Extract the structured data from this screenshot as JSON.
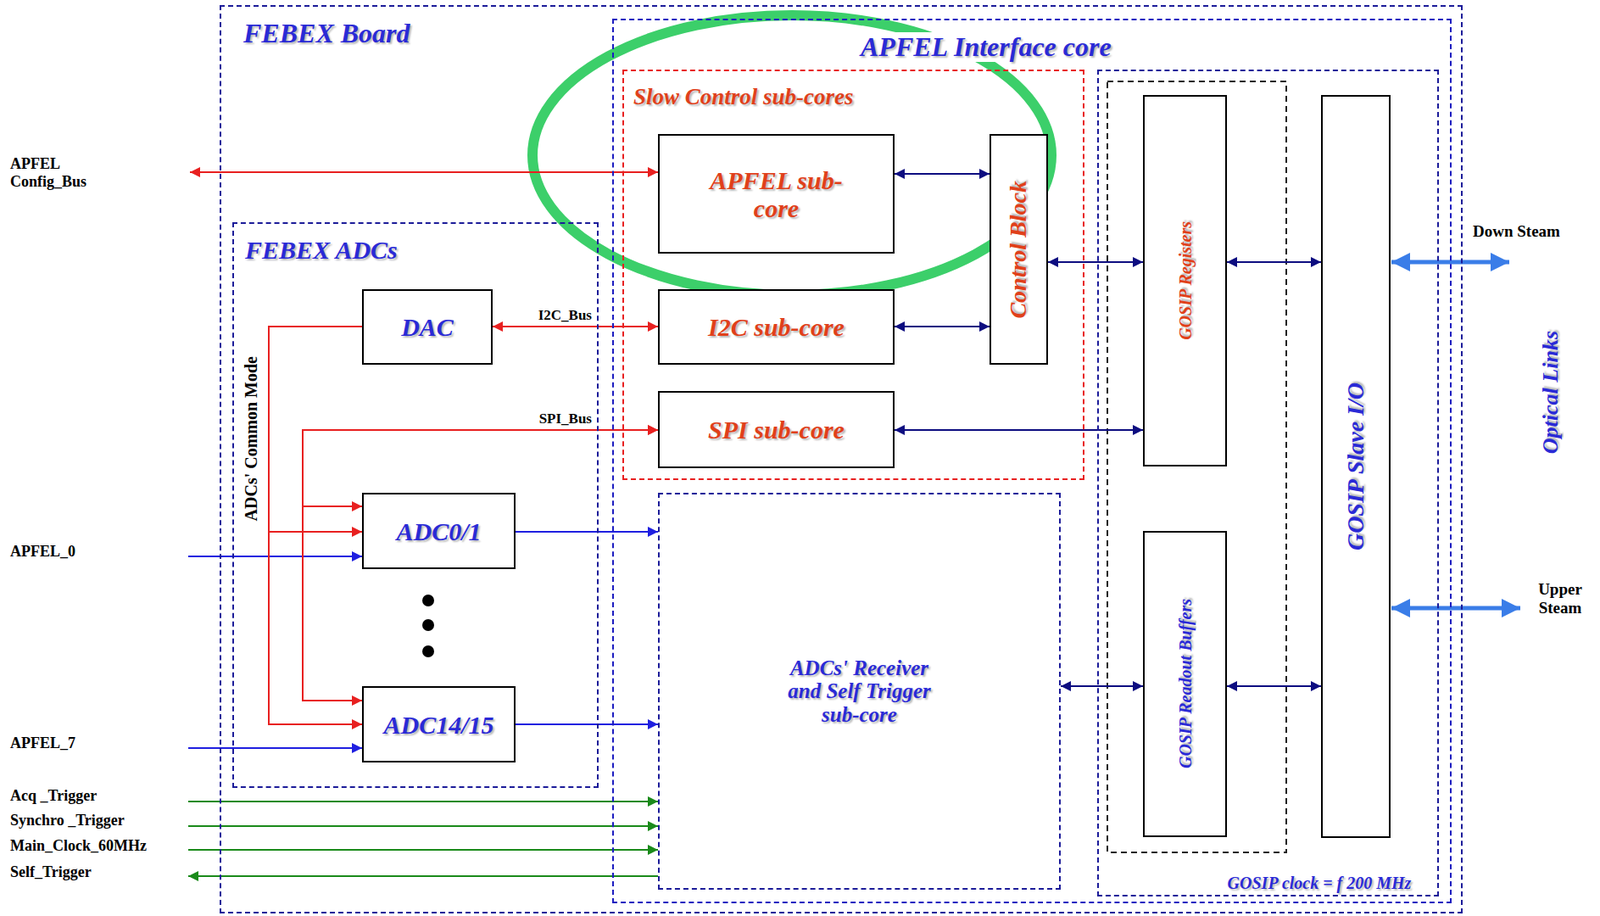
{
  "diagram": {
    "nodes": [
      {
        "text": [
          "FEBEX Board"
        ]
      },
      {
        "text": [
          "APFEL Interface core"
        ],
        "in": 0
      },
      {
        "text": [
          "Slow Control sub-cores"
        ],
        "in": 1
      },
      {
        "text": [
          "APFEL sub-core"
        ],
        "in": 2
      },
      {
        "text": [
          "Control Block"
        ],
        "in": 2
      },
      {
        "text": [
          "I2C sub-core"
        ],
        "in": 2
      },
      {
        "text": [
          "SPI sub-core"
        ],
        "in": 2
      },
      {
        "text": [
          "FEBEX ADCs"
        ],
        "in": 0
      },
      {
        "text": [
          "DAC"
        ],
        "in": 7
      },
      {
        "text": [
          "ADC0/1"
        ],
        "in": 7
      },
      {
        "text": [
          "ADC14/15"
        ],
        "in": 7
      },
      {
        "text": [
          "ADCs' Receiver and Self Trigger sub-core"
        ],
        "in": 1
      },
      {
        "text": [
          "GOSIP clock = f 200 MHz"
        ],
        "in": 1
      },
      {
        "text": [
          "GOSIP Registers"
        ],
        "in": 12
      },
      {
        "text": [
          "GOSIP Readout Buffers"
        ],
        "in": 12
      },
      {
        "text": [
          "GOSIP Slave I/O"
        ],
        "in": 12
      }
    ],
    "edges": [
      {
        "from": 3,
        "to": 4,
        "arrow": "both"
      },
      {
        "from": 5,
        "to": 4,
        "arrow": "both"
      },
      {
        "from": 8,
        "to": 5,
        "arrow": "both",
        "label": "I2C_Bus"
      },
      {
        "from": 9,
        "to": 6,
        "arrow": "both",
        "label": "SPI_Bus"
      },
      {
        "from": 10,
        "to": 6,
        "arrow": "both"
      },
      {
        "from": 8,
        "to": 9,
        "arrow": "to"
      },
      {
        "from": 8,
        "to": 10,
        "arrow": "to"
      },
      {
        "from": 9,
        "to": 11,
        "arrow": "to"
      },
      {
        "from": 10,
        "to": 11,
        "arrow": "to"
      },
      {
        "from": 6,
        "to": 13,
        "arrow": "both"
      },
      {
        "from": 4,
        "to": 13,
        "arrow": "both"
      },
      {
        "from": 13,
        "to": 15,
        "arrow": "both"
      },
      {
        "from": 11,
        "to": 14,
        "arrow": "both"
      },
      {
        "from": 14,
        "to": 15,
        "arrow": "both"
      }
    ],
    "labels": [
      "APFEL Config_Bus",
      "APFEL_0",
      "APFEL_7",
      "Acq _Trigger",
      "Synchro _Trigger",
      "Main_Clock_60MHz",
      "Self_Trigger",
      "ADCs' Common Mode",
      "Down Steam",
      "Upper Steam",
      "Optical Links"
    ]
  }
}
